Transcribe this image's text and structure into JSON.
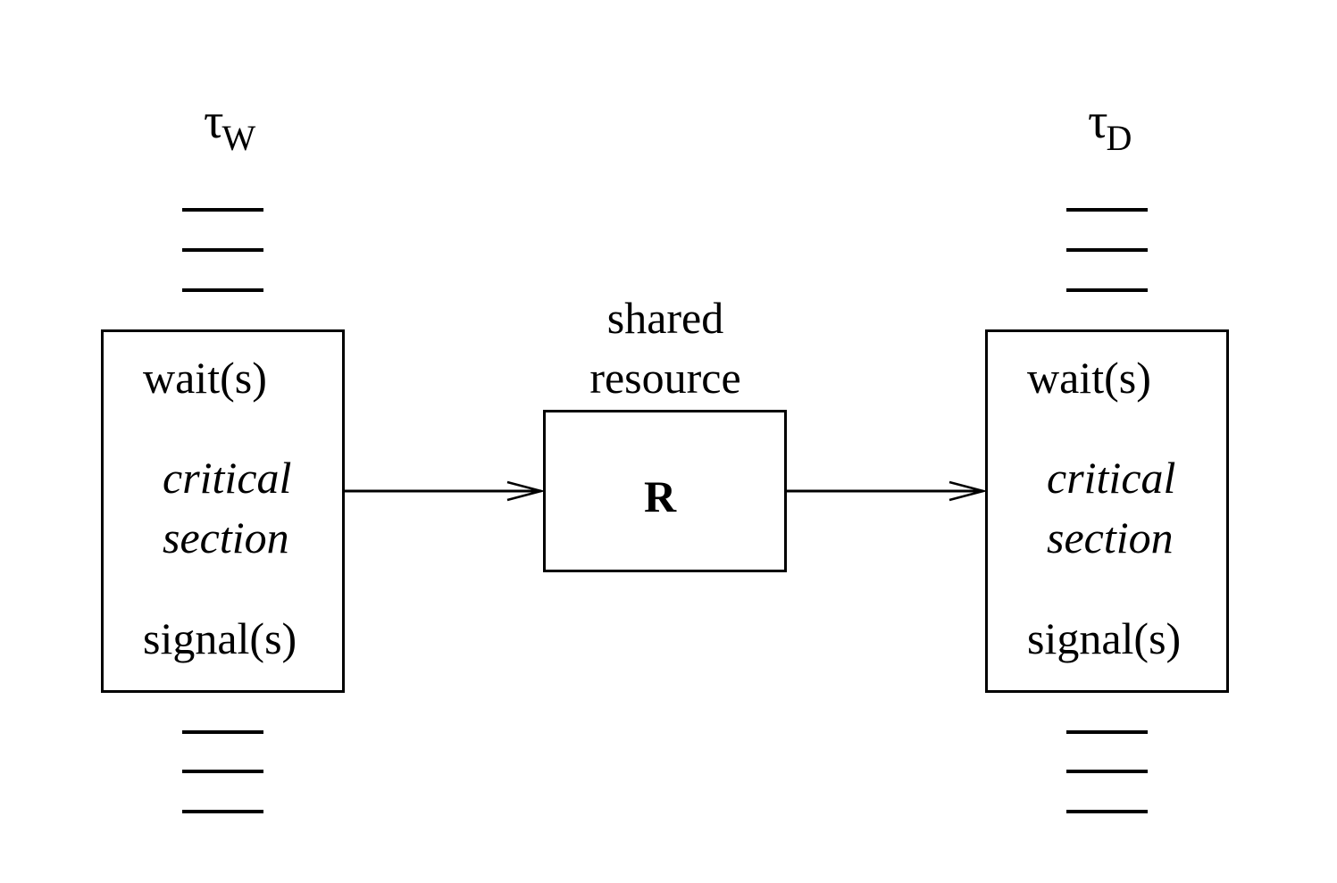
{
  "task_left": {
    "symbol": "τ",
    "subscript": "W",
    "wait": "wait(s)",
    "critical_1": "critical",
    "critical_2": "section",
    "signal": "signal(s)"
  },
  "task_right": {
    "symbol": "τ",
    "subscript": "D",
    "wait": "wait(s)",
    "critical_1": "critical",
    "critical_2": "section",
    "signal": "signal(s)"
  },
  "resource": {
    "label_line1": "shared",
    "label_line2": "resource",
    "symbol": "R"
  }
}
